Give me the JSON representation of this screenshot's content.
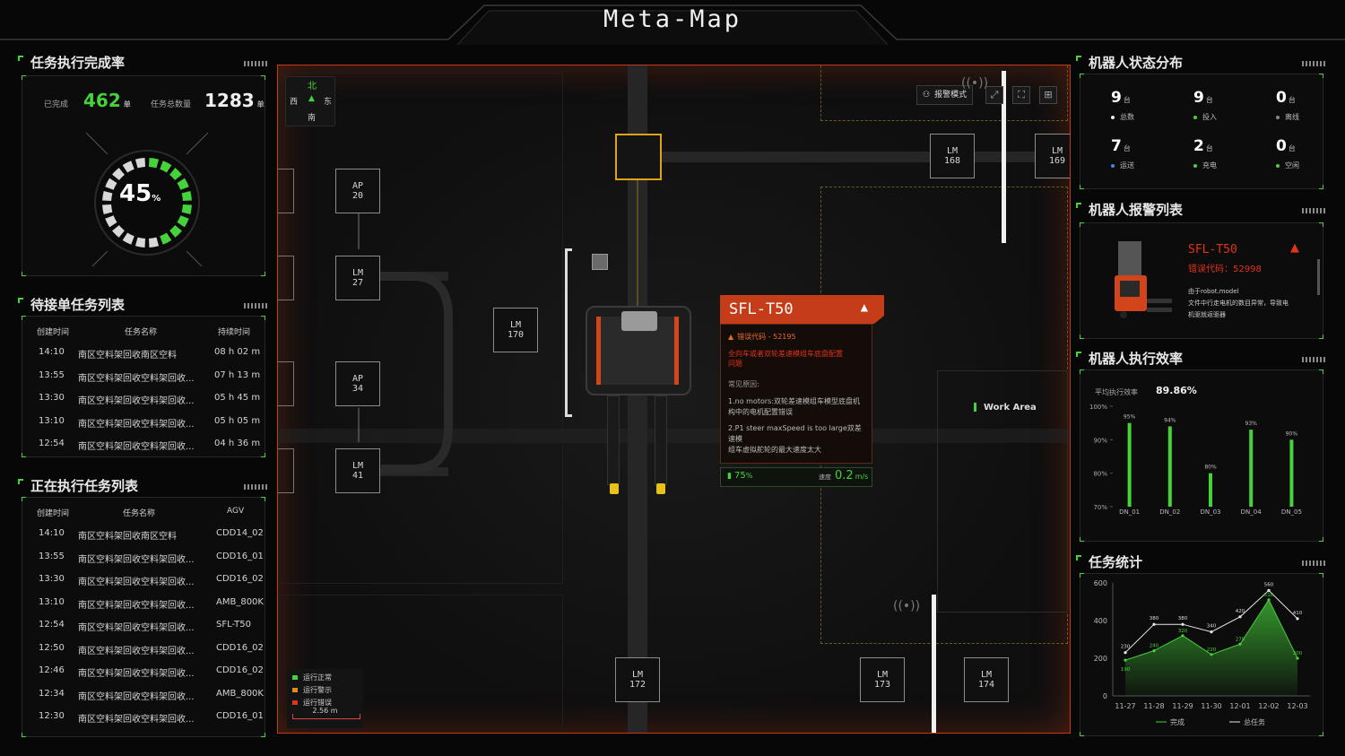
{
  "header": {
    "title": "Meta-Map"
  },
  "completion": {
    "title": "任务执行完成率",
    "done_label": "已完成",
    "done_value": "462",
    "done_unit": "单",
    "total_label": "任务总数量",
    "total_value": "1283",
    "total_unit": "单",
    "percent": "45",
    "percent_unit": "%",
    "progress": 0.45
  },
  "pending": {
    "title": "待接单任务列表",
    "headers": [
      "创建时间",
      "任务名称",
      "持续时间"
    ],
    "rows": [
      [
        "14:10",
        "南区空料架回收南区空料",
        "08 h 02 m"
      ],
      [
        "13:55",
        "南区空料架回收空料架回收...",
        "07 h 13 m"
      ],
      [
        "13:30",
        "南区空料架回收空料架回收...",
        "05 h 45 m"
      ],
      [
        "13:10",
        "南区空料架回收空料架回收...",
        "05 h 05 m"
      ],
      [
        "12:54",
        "南区空料架回收空料架回收...",
        "04 h 36 m"
      ]
    ]
  },
  "executing": {
    "title": "正在执行任务列表",
    "headers": [
      "创建时间",
      "任务名称",
      "AGV"
    ],
    "rows": [
      [
        "14:10",
        "南区空料架回收南区空料",
        "CDD14_02"
      ],
      [
        "13:55",
        "南区空料架回收空料架回收...",
        "CDD16_01"
      ],
      [
        "13:30",
        "南区空料架回收空料架回收...",
        "CDD16_02"
      ],
      [
        "13:10",
        "南区空料架回收空料架回收...",
        "AMB_800K"
      ],
      [
        "12:54",
        "南区空料架回收空料架回收...",
        "SFL-T50"
      ],
      [
        "12:50",
        "南区空料架回收空料架回收...",
        "CDD16_02"
      ],
      [
        "12:46",
        "南区空料架回收空料架回收...",
        "CDD16_02"
      ],
      [
        "12:34",
        "南区空料架回收空料架回收...",
        "AMB_800K"
      ],
      [
        "12:30",
        "南区空料架回收空料架回收...",
        "CDD16_01"
      ]
    ]
  },
  "robot_status": {
    "title": "机器人状态分布",
    "unit": "台",
    "items": [
      {
        "value": "9",
        "label": "总数",
        "color": "#e8e8e8"
      },
      {
        "value": "9",
        "label": "投入",
        "color": "#46d23a"
      },
      {
        "value": "0",
        "label": "离线",
        "color": "#888888"
      },
      {
        "value": "7",
        "label": "运送",
        "color": "#3a8ee6"
      },
      {
        "value": "2",
        "label": "充电",
        "color": "#46d23a"
      },
      {
        "value": "0",
        "label": "空闲",
        "color": "#46d23a"
      }
    ]
  },
  "alarms": {
    "title": "机器人报警列表",
    "robot": "SFL-T50",
    "code_label": "错误代码：",
    "code": "52998",
    "desc1": "由于robot.model",
    "desc2": "文件中行走电机的数目异常，导致电",
    "desc3": "机驱就返驱器"
  },
  "efficiency": {
    "title": "机器人执行效率",
    "avg_label": "平均执行效率",
    "avg_value": "89.86%"
  },
  "task_stats": {
    "title": "任务统计"
  },
  "map": {
    "compass": {
      "n": "北",
      "s": "南",
      "w": "西",
      "e": "东"
    },
    "alarm_mode": "报警模式",
    "work_area": "Work Area",
    "nodes": [
      {
        "l1": "AP",
        "l2": "20"
      },
      {
        "l1": "LM",
        "l2": "27"
      },
      {
        "l1": "AP",
        "l2": "34"
      },
      {
        "l1": "LM",
        "l2": "41"
      },
      {
        "l1": "LM",
        "l2": "170"
      },
      {
        "l1": "LM",
        "l2": "168"
      },
      {
        "l1": "LM",
        "l2": "169"
      },
      {
        "l1": "LM",
        "l2": "172"
      },
      {
        "l1": "LM",
        "l2": "173"
      },
      {
        "l1": "LM",
        "l2": "174"
      }
    ],
    "legend": [
      {
        "label": "运行正常",
        "color": "#46d23a"
      },
      {
        "label": "运行警示",
        "color": "#e88a1a"
      },
      {
        "label": "运行错误",
        "color": "#e0331a"
      }
    ],
    "scale": "2.56 m"
  },
  "alert_popup": {
    "robot": "SFL-T50",
    "code_line": "错误代码 - 52195",
    "red_text1": "全向车或者双轮差速模组车底盘配置",
    "red_text2": "问题",
    "reason_title": "常见原因:",
    "reason1a": "1.no motors:双轮差速模组车模型底盘机",
    "reason1b": "构中的电机配置错误",
    "reason2a": "2.P1 steer maxSpeed is too large双差速模",
    "reason2b": "组车虚拟舵轮的最大速度太大",
    "battery": "75",
    "battery_unit": "%",
    "speed_label": "速度",
    "speed": "0.2",
    "speed_unit": "m/s"
  },
  "chart_data": [
    {
      "type": "bar",
      "categories": [
        "DN_01",
        "DN_02",
        "DN_03",
        "DN_04",
        "DN_05"
      ],
      "values": [
        95,
        94,
        80,
        93,
        90
      ],
      "value_labels": [
        "95%",
        "94%",
        "80%",
        "93%",
        "90%"
      ],
      "ytick_labels": [
        "100%",
        "90%",
        "80%",
        "70%"
      ],
      "ylim": [
        70,
        100
      ],
      "color": "#46d23a"
    },
    {
      "type": "area",
      "categories": [
        "11-27",
        "11-28",
        "11-29",
        "11-30",
        "12-01",
        "12-02",
        "12-03"
      ],
      "ylim": [
        0,
        600
      ],
      "yticks": [
        0,
        200,
        400,
        600
      ],
      "series": [
        {
          "name": "完成",
          "values": [
            190,
            240,
            320,
            220,
            275,
            510,
            200
          ]
        },
        {
          "name": "总任务",
          "values": [
            230,
            380,
            380,
            340,
            420,
            560,
            410
          ]
        }
      ],
      "legend_position": "bottom"
    }
  ]
}
